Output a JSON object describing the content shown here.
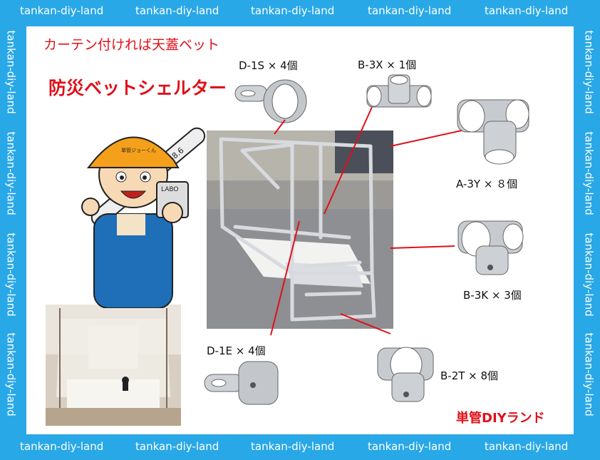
{
  "watermark": "tankan-diy-land",
  "headline_small": "カーテン付ければ天蓋ベット",
  "headline_large": "防災ベットシェルター",
  "brand": "単管DIYランド",
  "mascot": {
    "pipe_label": "PIPE-48.6",
    "hat_label": "単管ジョーくん",
    "cup_label": "LABO"
  },
  "parts": {
    "d1s": "D-1S × 4個",
    "b3x": "B-3X × 1個",
    "a3y": "A-3Y × ８個",
    "b3k": "B-3K × 3個",
    "d1e": "D-1E × 4個",
    "b2t": "B-2T × 8個"
  },
  "colors": {
    "frame": "#29a8e8",
    "accent_red": "#e0101a",
    "pipe_metal": "#c9cdd2"
  }
}
